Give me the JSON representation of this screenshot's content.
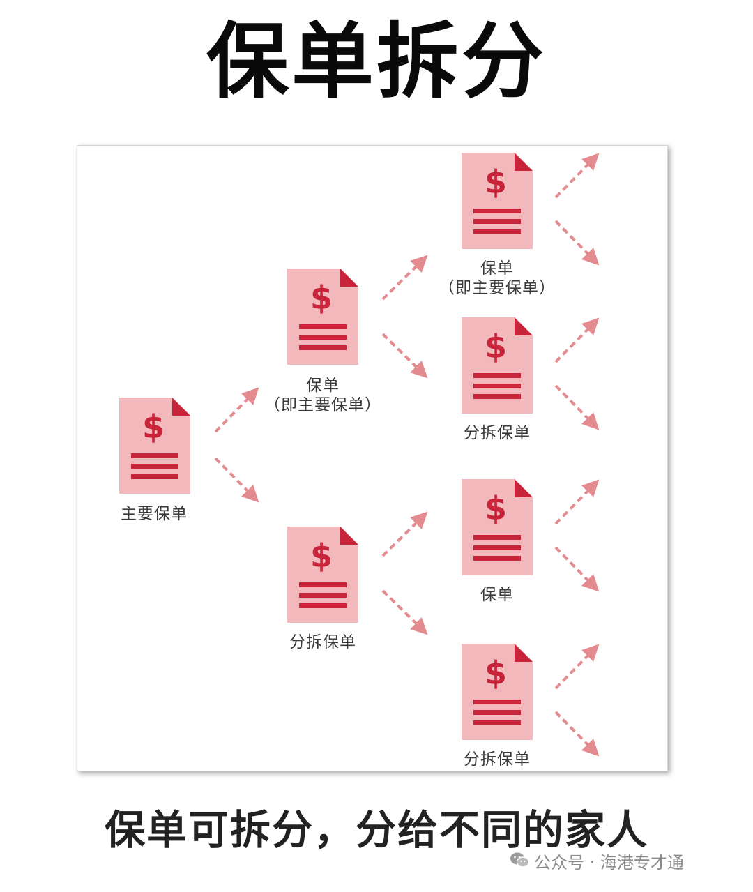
{
  "title": "保单拆分",
  "caption": "保单可拆分，分给不同的家人",
  "watermark": "公众号 · 海港专才通",
  "colors": {
    "doc_fill": "#f2b8bb",
    "doc_accent": "#c8243a",
    "arrow": "#e48b90",
    "label": "#3a3a3a"
  },
  "nodes": [
    {
      "id": "main",
      "label": "主要保单",
      "label2": ""
    },
    {
      "id": "l1-top",
      "label": "保单",
      "label2": "（即主要保单）"
    },
    {
      "id": "l1-bottom",
      "label": "分拆保单",
      "label2": ""
    },
    {
      "id": "l2-1",
      "label": "保单",
      "label2": "（即主要保单）"
    },
    {
      "id": "l2-2",
      "label": "分拆保单",
      "label2": ""
    },
    {
      "id": "l2-3",
      "label": "保单",
      "label2": ""
    },
    {
      "id": "l2-4",
      "label": "分拆保单",
      "label2": ""
    }
  ]
}
